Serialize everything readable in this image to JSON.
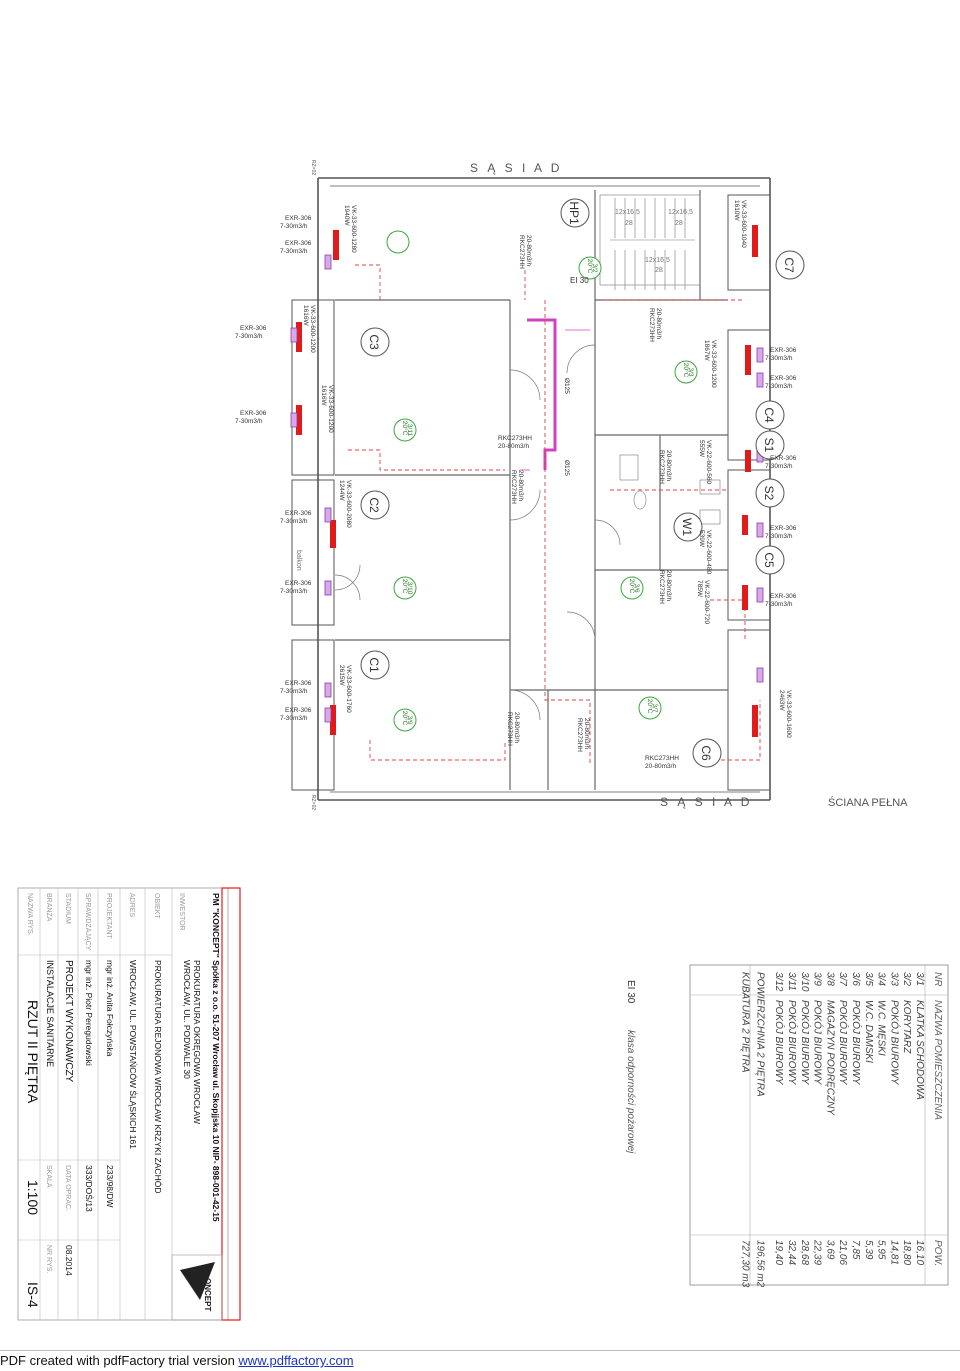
{
  "plan": {
    "neighbor_label": "S Ą S I A D",
    "wall_label": "ŚCIANA PEŁNA",
    "small_label": "RZ=02",
    "fire_class": "EI 30",
    "balcony": "balkon",
    "rooms": [
      {
        "id": "C1",
        "temp": "20°C",
        "code": "3/9"
      },
      {
        "id": "C2",
        "temp": "20°C",
        "code": "3/10"
      },
      {
        "id": "C3",
        "temp": "20°C",
        "code": "3/11"
      },
      {
        "id": "C4",
        "temp": "20°C",
        "code": "3/3"
      },
      {
        "id": "C5",
        "temp": "20°C",
        "code": "3/6"
      },
      {
        "id": "C6",
        "temp": "20°C",
        "code": "3/7"
      },
      {
        "id": "C7",
        "temp": "",
        "code": ""
      },
      {
        "id": "S1",
        "temp": "",
        "code": ""
      },
      {
        "id": "S2",
        "temp": "",
        "code": ""
      },
      {
        "id": "W1",
        "temp": "",
        "code": ""
      },
      {
        "id": "HP1",
        "temp": "20°C",
        "code": "3/2"
      }
    ],
    "radiators": [
      {
        "power": "2615W",
        "type": "VK-33-600-1760"
      },
      {
        "power": "1244W",
        "type": "VK-33-600-2080"
      },
      {
        "power": "1616W",
        "type": "VK-33-600-1200"
      },
      {
        "power": "1616W",
        "type": "VK-33-600-1200"
      },
      {
        "power": "1940W",
        "type": "VK-33-600-1280"
      },
      {
        "power": "1610W",
        "type": "VK-33-600-1040"
      },
      {
        "power": "1867W",
        "type": "VK-33-600-1200"
      },
      {
        "power": "555W",
        "type": "VK-22-600-560"
      },
      {
        "power": "539W",
        "type": "VK-22-600-480"
      },
      {
        "power": "785W",
        "type": "VK-22-600-720"
      },
      {
        "power": "2463W",
        "type": "VK-33-600-1600"
      }
    ],
    "exhaust": {
      "type": "EXR-306",
      "flow": "7-30m3/h"
    },
    "supply": {
      "type": "RKC273HH",
      "flow": "20-80m3/h"
    },
    "pipe_labels": [
      "Ø125",
      "Ø125"
    ],
    "stair_treads": [
      "12x16,5",
      "12x16,5",
      "12x16,5"
    ],
    "stair_count": "28"
  },
  "room_table": {
    "headers": {
      "nr": "NR",
      "name": "NAZWA POMIESZCZENIA",
      "area": "POW."
    },
    "rows": [
      {
        "nr": "3/1",
        "name": "KLATKA SCHODOWA",
        "area": "16,10"
      },
      {
        "nr": "3/2",
        "name": "KORYTARZ",
        "area": "18,80"
      },
      {
        "nr": "3/3",
        "name": "POKÓJ BIUROWY",
        "area": "14,81"
      },
      {
        "nr": "3/4",
        "name": "W.C. MĘSKI",
        "area": "5,95"
      },
      {
        "nr": "3/5",
        "name": "W.C. DAMSKI",
        "area": "5,39"
      },
      {
        "nr": "3/6",
        "name": "POKÓJ BIUROWY",
        "area": "7,85"
      },
      {
        "nr": "3/7",
        "name": "POKÓJ BIUROWY",
        "area": "21,06"
      },
      {
        "nr": "3/8",
        "name": "MAGAZYN PODRĘCZNY",
        "area": "3,69"
      },
      {
        "nr": "3/9",
        "name": "POKÓJ BIUROWY",
        "area": "22,39"
      },
      {
        "nr": "3/10",
        "name": "POKÓJ BIUROWY",
        "area": "28,68"
      },
      {
        "nr": "3/11",
        "name": "POKÓJ BIUROWY",
        "area": "32,44"
      },
      {
        "nr": "3/12",
        "name": "POKÓJ BIUROWY",
        "area": "19,40"
      }
    ],
    "total_area_label": "POWIERZCHNIA 2 PIĘTRA",
    "total_area": "196,56 m2",
    "volume_label": "KUBATURA 2 PIĘTRA",
    "volume": "727,30 m3"
  },
  "legend": {
    "symbol": "EI 30",
    "text": "klasa odporności pożarowej"
  },
  "title_block": {
    "company": "PM \"KONCEPT\" Spółka z o.o.   51-207 Wrocław ul. Skopjjska 10   NIP- 898-001-42-15",
    "logo": "ONCEPT",
    "investor_label": "INWESTOR",
    "investor": "PROKURATURA OKRĘGOWA WROCŁAW",
    "investor_addr": "WROCŁAW, UL. PODWALE 30",
    "object_label": "OBIEKT",
    "object": "PROKURATURA REJONOWA WROCŁAW KRZYKI ZACHÓD",
    "address_label": "ADRES",
    "address": "WROCŁAW, UL. POWSTAŃCÓW ŚLĄSKICH 161",
    "designer_label": "PROJEKTANT",
    "designer": "mgr inż. Anita Fołczyńska",
    "designer_num": "233/98/DW",
    "checker_label": "SPRAWDZAJĄCY",
    "checker": "mgr inż. Piotr Peregudowski",
    "checker_num": "333/DOŚ/13",
    "stage_label": "STADIUM",
    "stage": "PROJEKT WYKONAWCZY",
    "date_label": "DATA OPRAC.",
    "date": "08.2014",
    "branch_label": "BRANŻA",
    "branch": "INSTALACJE SANITARNE",
    "scale_label": "SKALA",
    "drawing_no_label": "NR RYS.",
    "drawing_name_label": "NAZWA RYS.",
    "drawing_name": "RZUT II PIĘTRA",
    "scale": "1:100",
    "drawing_no": "IS-4"
  },
  "footer": {
    "text": "PDF created with pdfFactory trial version ",
    "link": "www.pdffactory.com"
  }
}
